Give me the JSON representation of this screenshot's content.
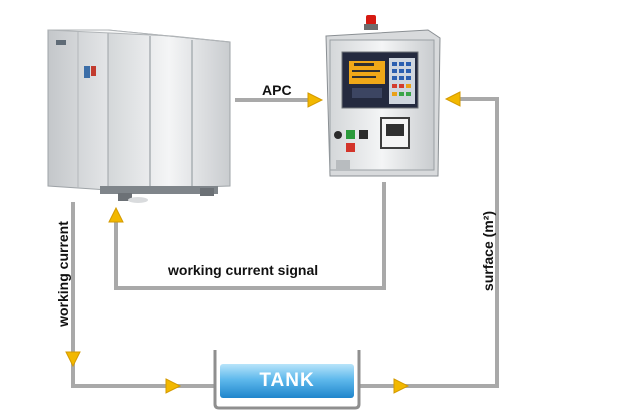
{
  "labels": {
    "apc": "APC",
    "working_current_signal": "working current signal",
    "working_current": "working current",
    "surface": "surface (m²)",
    "tank": "TANK"
  },
  "colors": {
    "line": "#a9a9a9",
    "arrow": "#f2b800",
    "tank_top": "#8fd3f5",
    "tank_bottom": "#2c93d6",
    "cabinet": "#e9ebec",
    "panel_screen": "#2a2f4a"
  }
}
